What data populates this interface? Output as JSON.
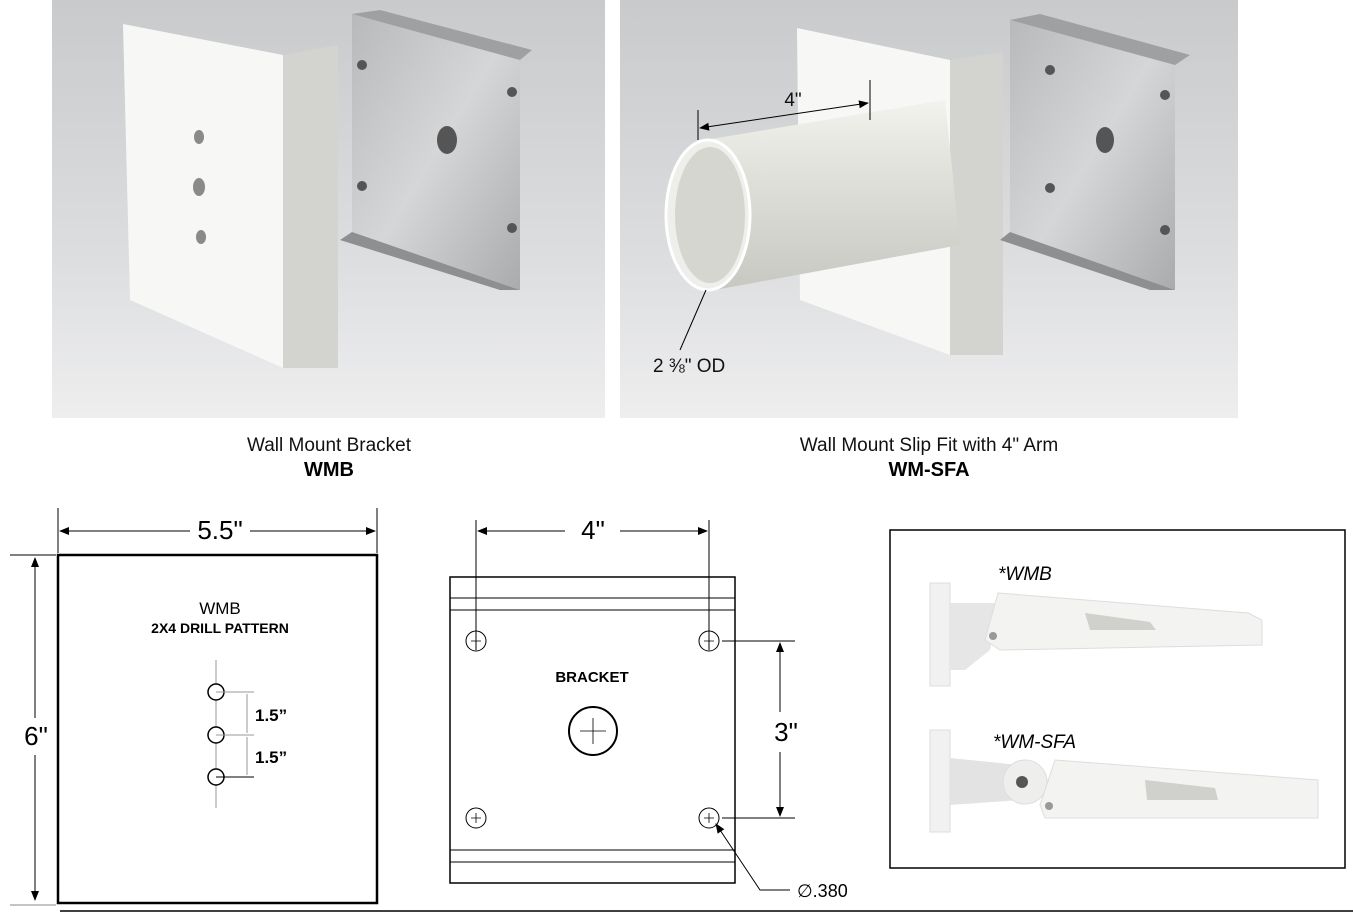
{
  "renders": {
    "left": {
      "caption": "Wall Mount Bracket",
      "model": "WMB"
    },
    "right": {
      "caption": "Wall Mount Slip Fit with 4\" Arm",
      "model": "WM-SFA",
      "arm_length_label": "4\"",
      "od_label": "2 ⅜\" OD"
    }
  },
  "drill_pattern": {
    "width_label": "5.5\"",
    "height_label": "6\"",
    "title": "WMB",
    "subtitle": "2X4 DRILL PATTERN",
    "spacing_labels": [
      "1.5”",
      "1.5”"
    ]
  },
  "bracket_drawing": {
    "title": "BRACKET",
    "width_label": "4\"",
    "height_label": "3\"",
    "hole_label": "∅.380"
  },
  "side_views": {
    "labels": [
      "*WMB",
      "*WM-SFA"
    ]
  },
  "colors": {
    "render_bg": "#d9dadb",
    "line": "#000000"
  }
}
